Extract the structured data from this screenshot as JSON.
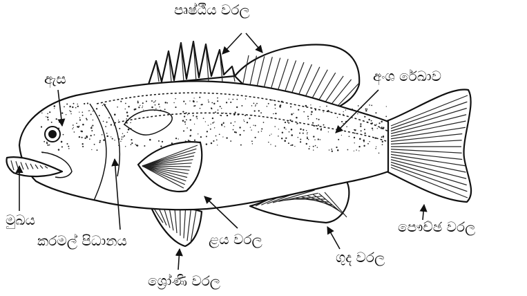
{
  "labels": {
    "dorsal_fin": "පෘෂ්ඨීය වරල",
    "eye": "ඇස",
    "lateral_line": "අංශ රේඛාව",
    "mouth": "මුඛය",
    "gill_cover": "කරමල් පිධානය",
    "pectoral_fin": "ළය වරල",
    "pelvic_fin": "ශ්‍රෝණි වරල",
    "anal_fin": "ගුද වරල",
    "caudal_fin": "පෞච්ඡ වරල"
  },
  "colors": {
    "ink": "#111111",
    "background": "#ffffff"
  }
}
